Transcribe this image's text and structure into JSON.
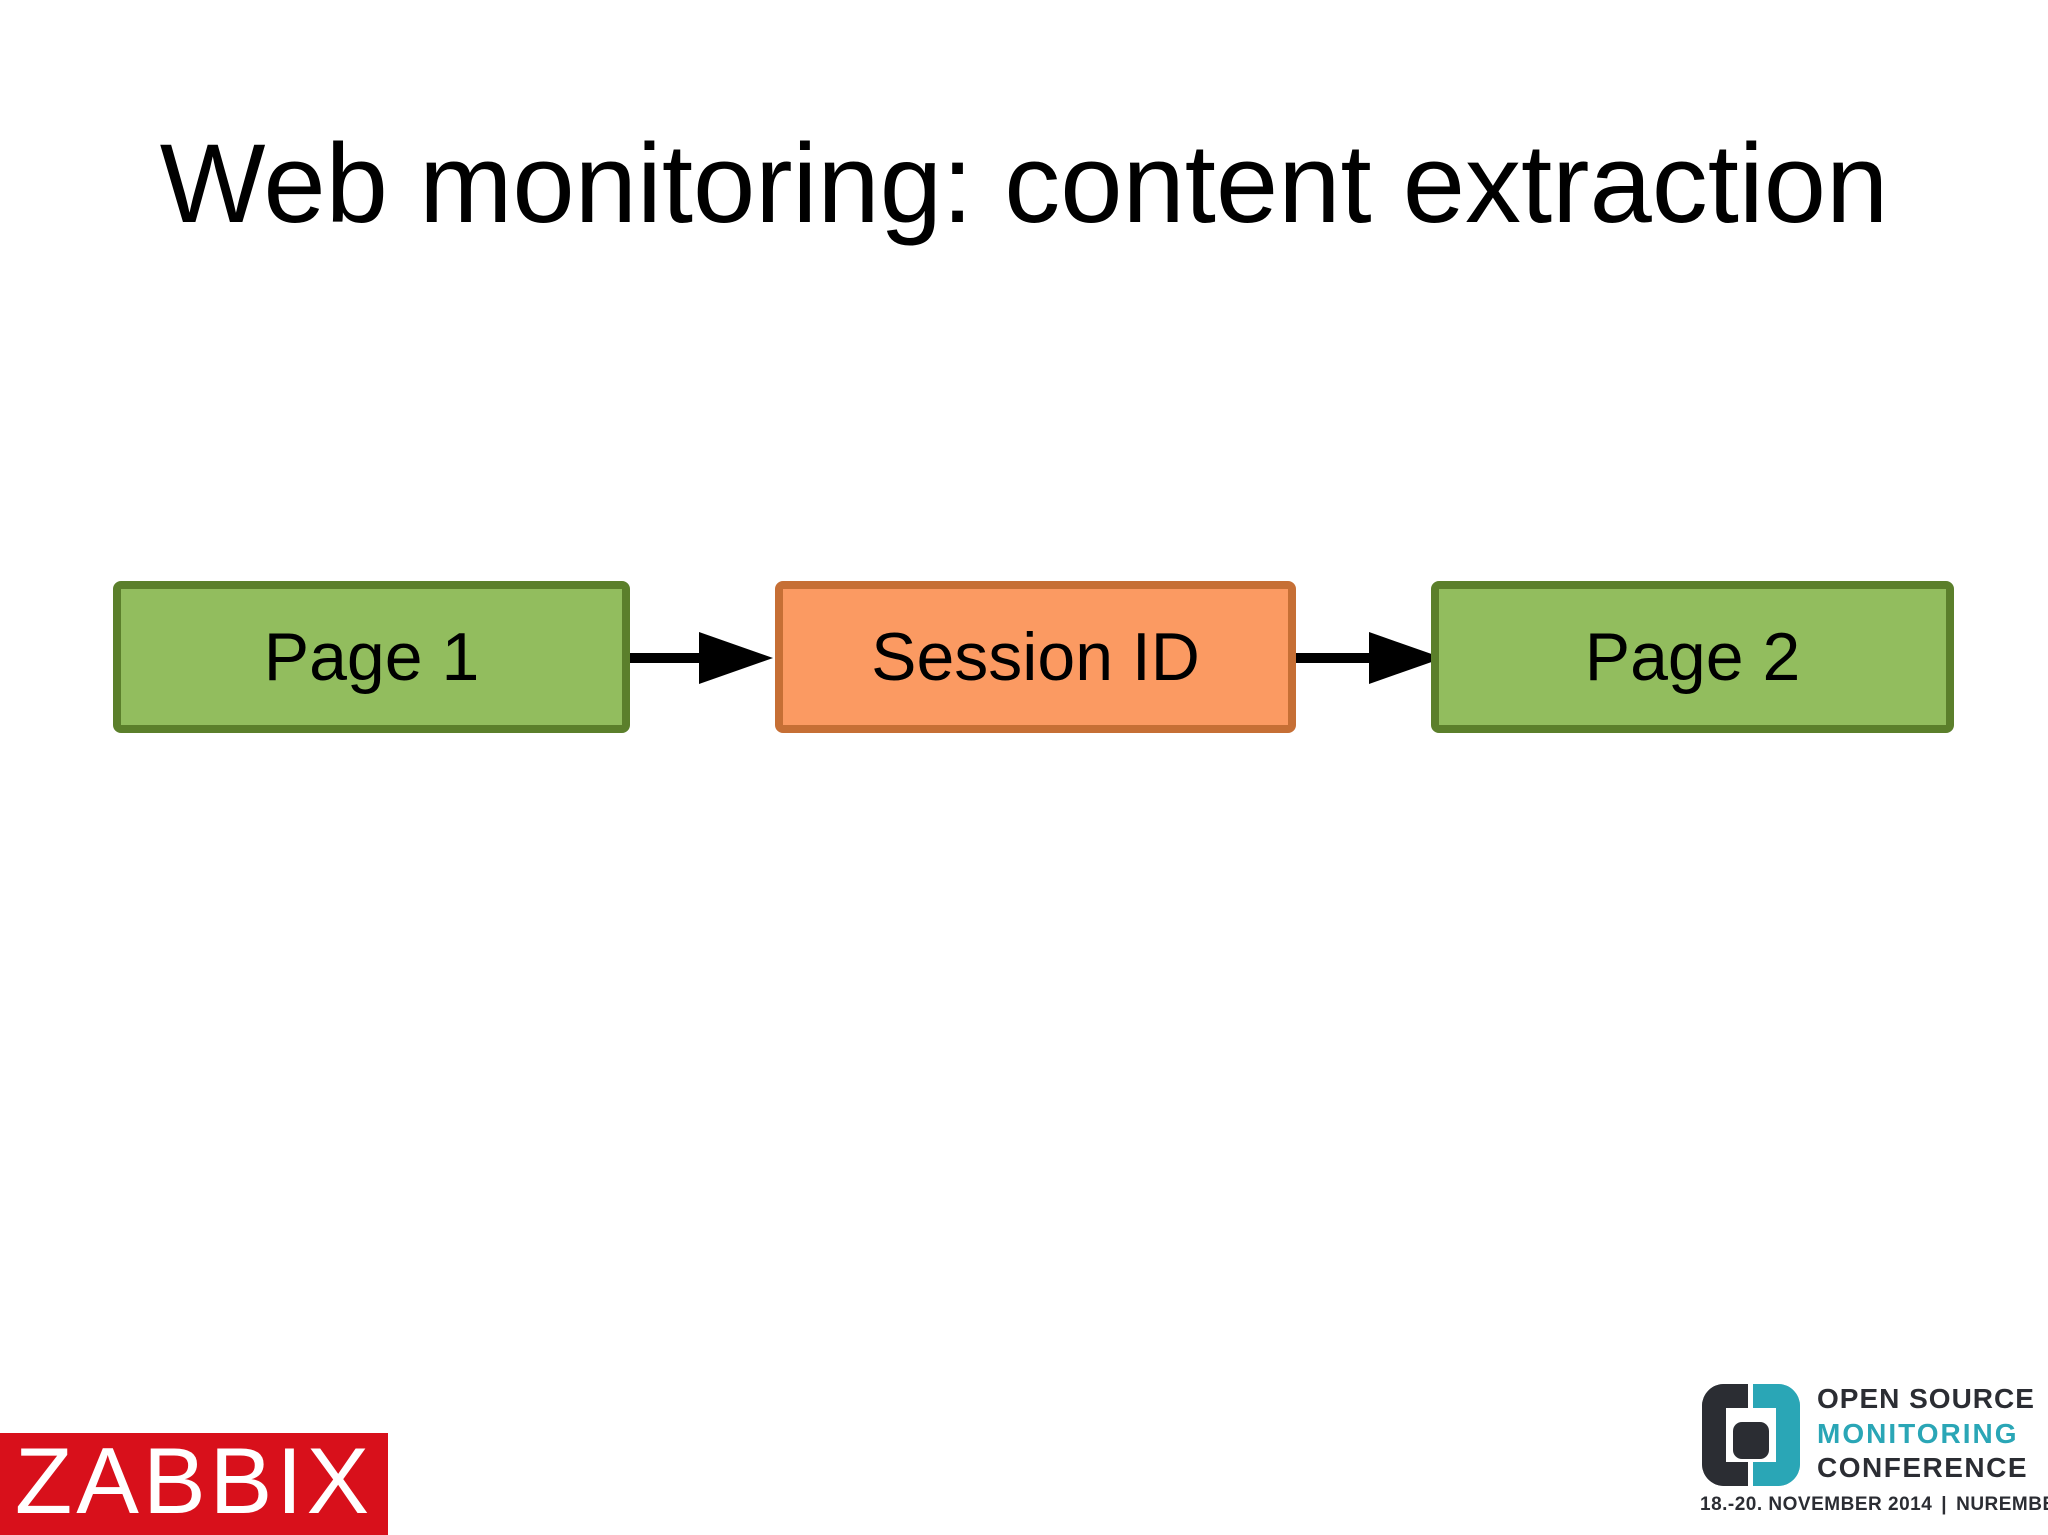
{
  "slide": {
    "title": "Web monitoring: content extraction",
    "background": "#ffffff"
  },
  "diagram": {
    "nodes": [
      {
        "label": "Page 1",
        "fill": "#92BD5E",
        "border": "#5B7F2B"
      },
      {
        "label": "Session ID",
        "fill": "#FB9A62",
        "border": "#C66F35"
      },
      {
        "label": "Page 2",
        "fill": "#92BD5E",
        "border": "#5B7F2B"
      }
    ],
    "connectors": [
      {
        "from": "Page 1",
        "to": "Session ID",
        "type": "arrow-right",
        "color": "#000000"
      },
      {
        "from": "Session ID",
        "to": "Page 2",
        "type": "arrow-right",
        "color": "#000000"
      }
    ]
  },
  "footer": {
    "zabbix": {
      "text": "ZABBIX",
      "background": "#D8101B",
      "text_color": "#ffffff"
    },
    "osmc": {
      "line1": "OPEN SOURCE",
      "line2": "MONITORING",
      "line3": "CONFERENCE",
      "dates": "18.-20. NOVEMBER 2014",
      "separator": "|",
      "location": "NUREMBERG",
      "teal": "#2AA6B6",
      "dark": "#2B2D33"
    }
  }
}
